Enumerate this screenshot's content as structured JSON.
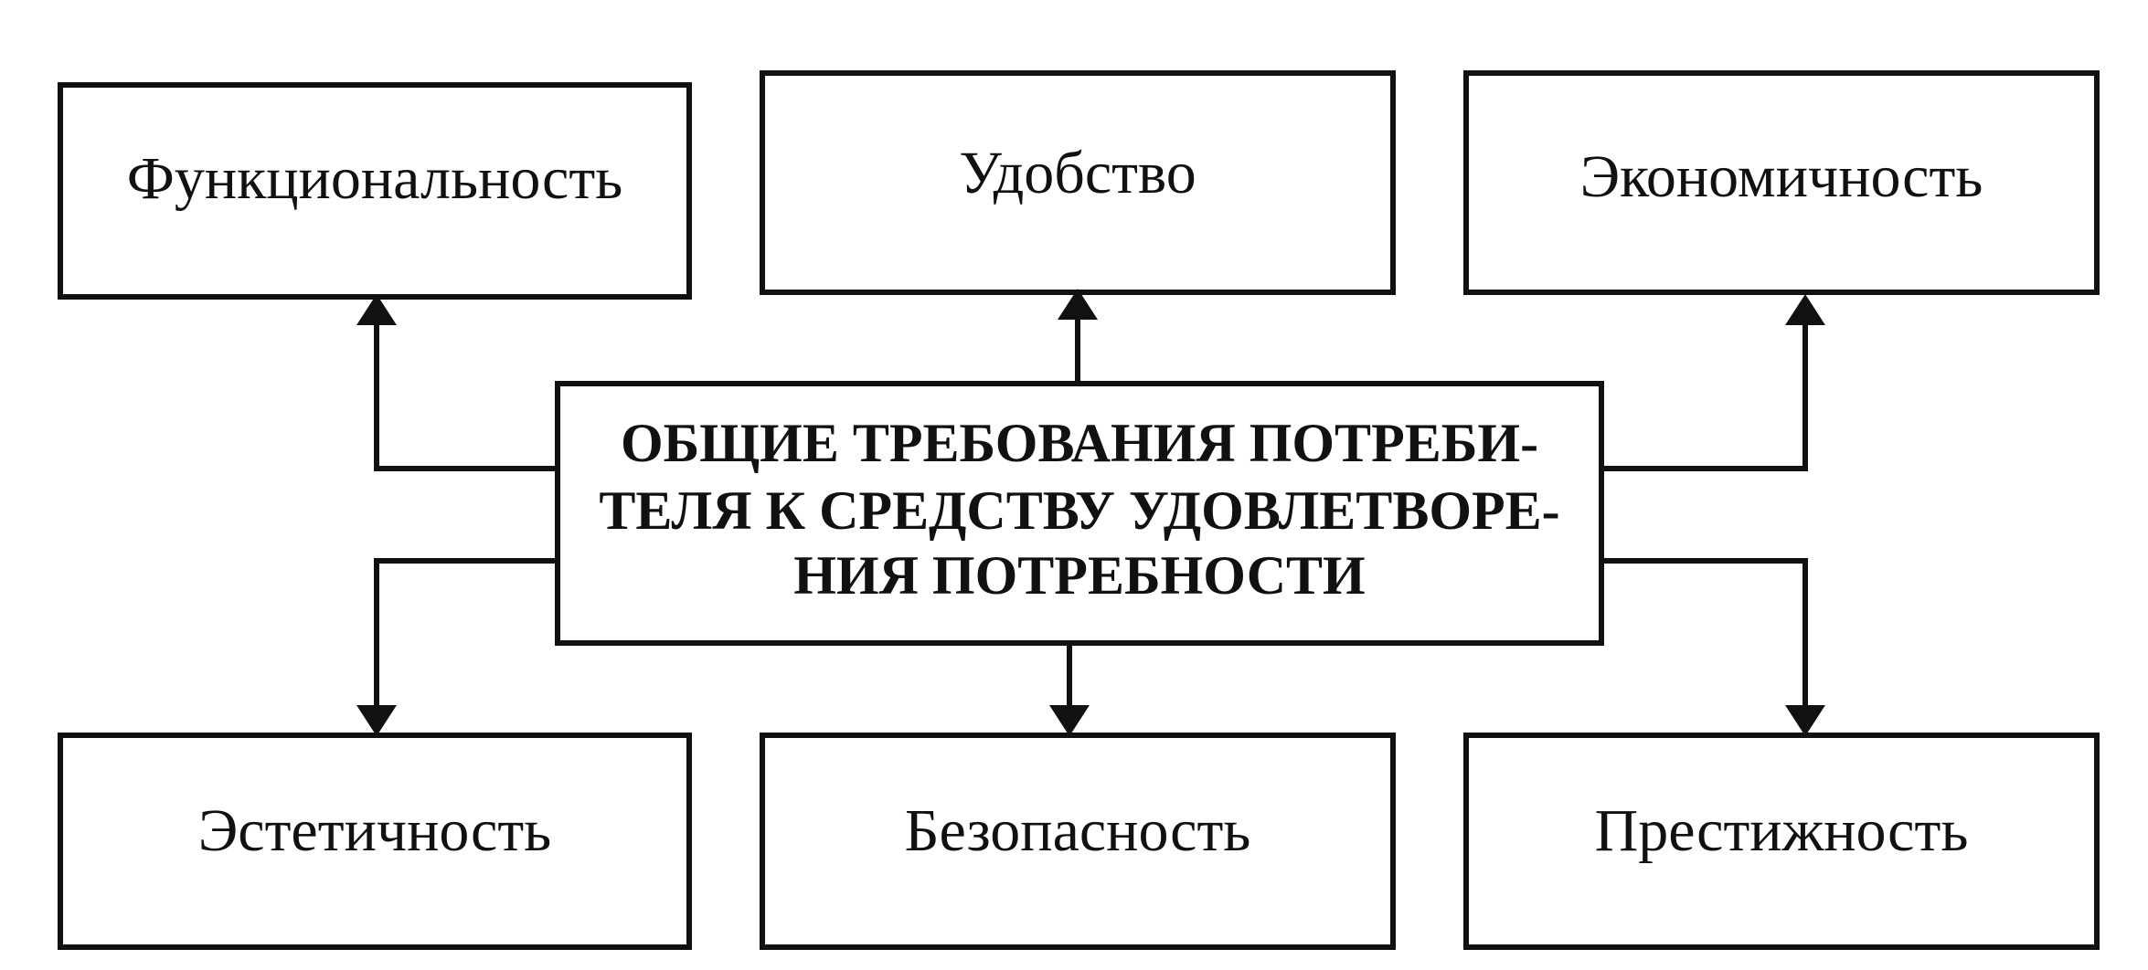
{
  "diagram": {
    "center": {
      "lines": [
        "ОБЩИЕ ТРЕБОВАНИЯ ПОТРЕБИ-",
        "ТЕЛЯ К СРЕДСТВУ УДОВЛЕТВОРЕ-",
        "НИЯ ПОТРЕБНОСТИ"
      ]
    },
    "top_boxes": [
      "Функциональность",
      "Удобство",
      "Экономичность"
    ],
    "bottom_boxes": [
      "Эстетичность",
      "Безопасность",
      "Престижность"
    ],
    "colors": {
      "line": "#111111",
      "background": "#ffffff"
    }
  }
}
